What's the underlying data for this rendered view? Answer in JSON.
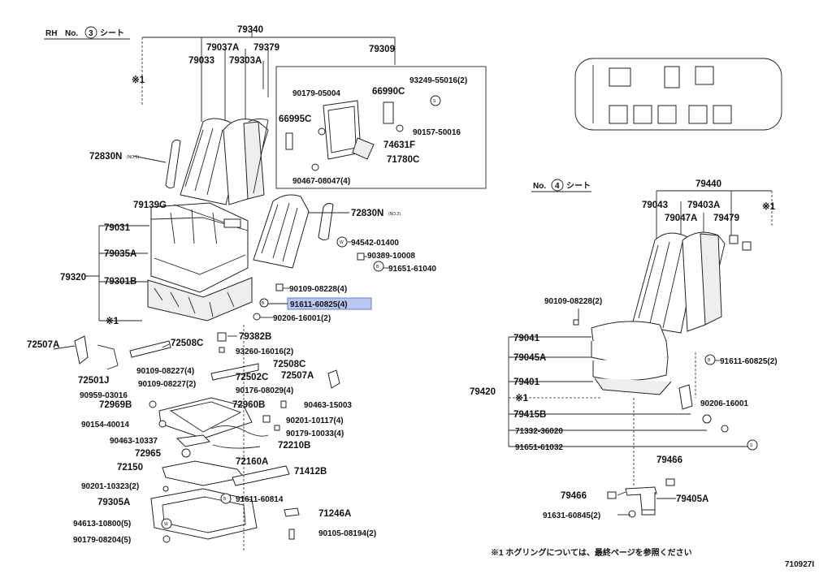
{
  "header": {
    "rh": "RH",
    "no": "No.",
    "no_num": "3",
    "seat": "シート"
  },
  "sub2": {
    "no": "No.",
    "no_num": "4",
    "seat": "シート"
  },
  "footnote": "※1 ホグリングについては、最終ページを参照ください",
  "page_code": "710927I",
  "highlight": "91611-60825(4)",
  "callouts": {
    "c79340": "79340",
    "c79037a": "79037A",
    "c79379": "79379",
    "c79309": "79309",
    "c79033": "79033",
    "c79303a": "79303A",
    "star1a": "※1",
    "c90179_05004": "90179-05004",
    "c66990c": "66990C",
    "c93249": "93249-55016(2)",
    "c66995c": "66995C",
    "c90157": "90157-50016",
    "c74631f": "74631F",
    "c71780c": "71780C",
    "c90467": "90467-08047(4)",
    "c72830n": "72830N",
    "c72830n_sub": "(NO.1)",
    "c79139g": "79139G",
    "c72830n2": "72830N",
    "c72830n2_sub": "(NO.2)",
    "c79031": "79031",
    "c94542": "94542-01400",
    "c90389": "90389-10008",
    "c79035a": "79035A",
    "c91651_61040": "91651-61040",
    "c79320": "79320",
    "c79301b": "79301B",
    "c90109_08228_4": "90109-08228(4)",
    "c90206_16001_2": "90206-16001(2)",
    "star1b": "※1",
    "c72507a": "72507A",
    "c72508c": "72508C",
    "c79382b": "79382B",
    "c93260": "93260-16016(2)",
    "c72508c2": "72508C",
    "c90109_08227_4": "90109-08227(4)",
    "c72502c": "72502C",
    "c72507a2": "72507A",
    "c72501j": "72501J",
    "c90109_08227_2": "90109-08227(2)",
    "c90176": "90176-08029(4)",
    "c90959": "90959-03016",
    "c72969b": "72969B",
    "c72960b": "72960B",
    "c90463_15003": "90463-15003",
    "c90154": "90154-40014",
    "c90201_10117": "90201-10117(4)",
    "c90179_10033": "90179-10033(4)",
    "c90463_10337": "90463-10337",
    "c72210b": "72210B",
    "c72965": "72965",
    "c72160a": "72160A",
    "c72150": "72150",
    "c71412b": "71412B",
    "c90201_10323": "90201-10323(2)",
    "c79305a": "79305A",
    "c91611_60814": "91611-60814",
    "c71246a": "71246A",
    "c94613": "94613-10800(5)",
    "c90105": "90105-08194(2)",
    "c90179_08204": "90179-08204(5)",
    "c79440": "79440",
    "c79043": "79043",
    "c79403a": "79403A",
    "star1c": "※1",
    "c79047a": "79047A",
    "c79479": "79479",
    "c90109_08228_2": "90109-08228(2)",
    "c79041": "79041",
    "c79045a": "79045A",
    "c91611_60825_2": "91611-60825(2)",
    "c79401": "79401",
    "c79420": "79420",
    "star1d": "※1",
    "c90206_16001": "90206-16001",
    "c79415b": "79415B",
    "c71332": "71332-36020",
    "c91651_61032": "91651-61032",
    "c79466": "79466",
    "c79466b": "79466",
    "c79405a": "79405A",
    "c91631": "91631-60845(2)"
  }
}
